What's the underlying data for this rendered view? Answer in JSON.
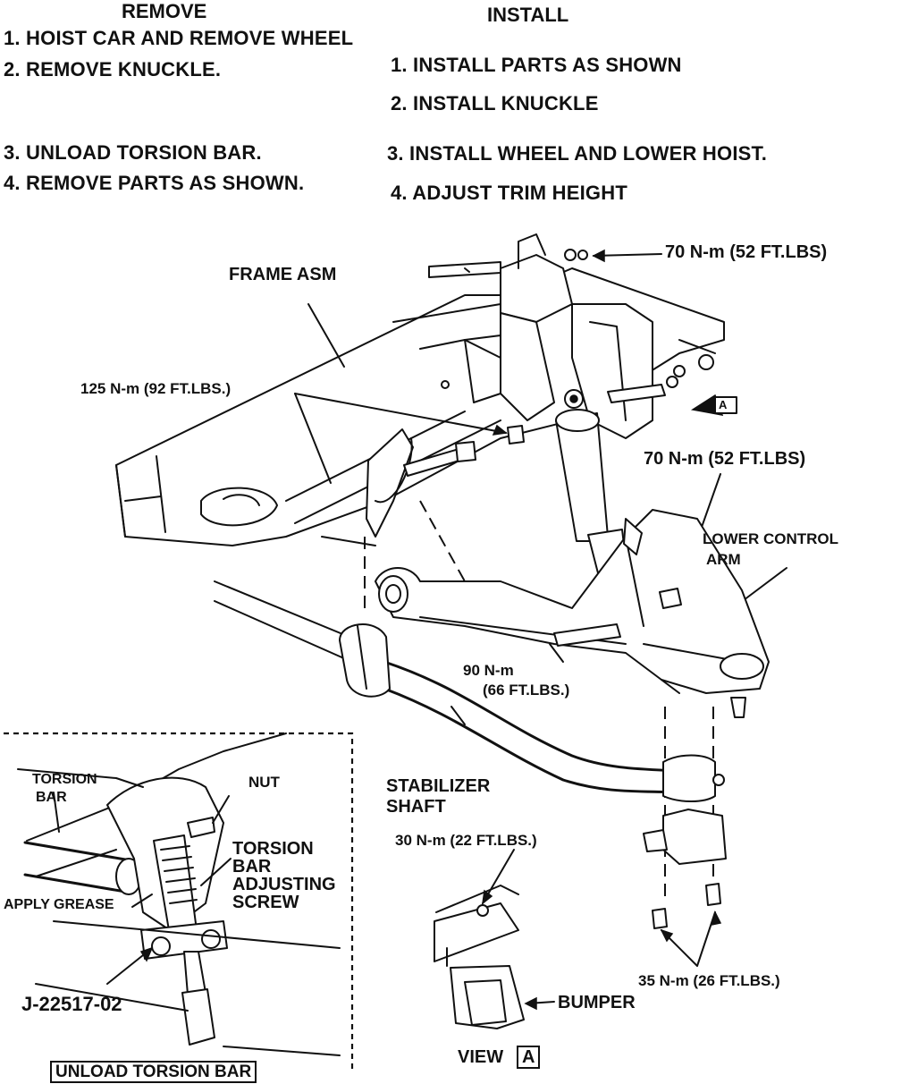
{
  "remove": {
    "heading": "REMOVE",
    "steps": [
      "1.  HOIST CAR AND REMOVE WHEEL",
      "2.  REMOVE KNUCKLE.",
      "3.  UNLOAD TORSION BAR.",
      "4.  REMOVE PARTS AS SHOWN."
    ]
  },
  "install": {
    "heading": "INSTALL",
    "steps": [
      "1.  INSTALL PARTS AS SHOWN",
      "2.  INSTALL KNUCKLE",
      "3.  INSTALL WHEEL AND LOWER HOIST.",
      "4.  ADJUST TRIM HEIGHT"
    ]
  },
  "labels": {
    "torque_top": "70 N-m (52 FT.LBS)",
    "frame_asm": "FRAME ASM",
    "torque_125": "125 N-m (92 FT.LBS.)",
    "view_arrow": "A",
    "torque_shock": "70 N-m (52 FT.LBS)",
    "lower_control_arm_1": "LOWER CONTROL",
    "lower_control_arm_2": "ARM",
    "torque_90_1": "90 N-m",
    "torque_90_2": "(66 FT.LBS.)",
    "stabilizer_1": "STABILIZER",
    "stabilizer_2": "SHAFT",
    "torque_30": "30 N-m (22 FT.LBS.)",
    "torque_35": "35 N-m (26 FT.LBS.)",
    "bumper": "BUMPER",
    "view": "VIEW",
    "view_letter": "A"
  },
  "inset": {
    "torsion_1": "TORSION",
    "torsion_2": "BAR",
    "nut": "NUT",
    "screw_1": "TORSION",
    "screw_2": "BAR",
    "screw_3": "ADJUSTING",
    "screw_4": "SCREW",
    "grease": "APPLY GREASE",
    "tool": "J-22517-02",
    "caption": "UNLOAD TORSION BAR"
  }
}
